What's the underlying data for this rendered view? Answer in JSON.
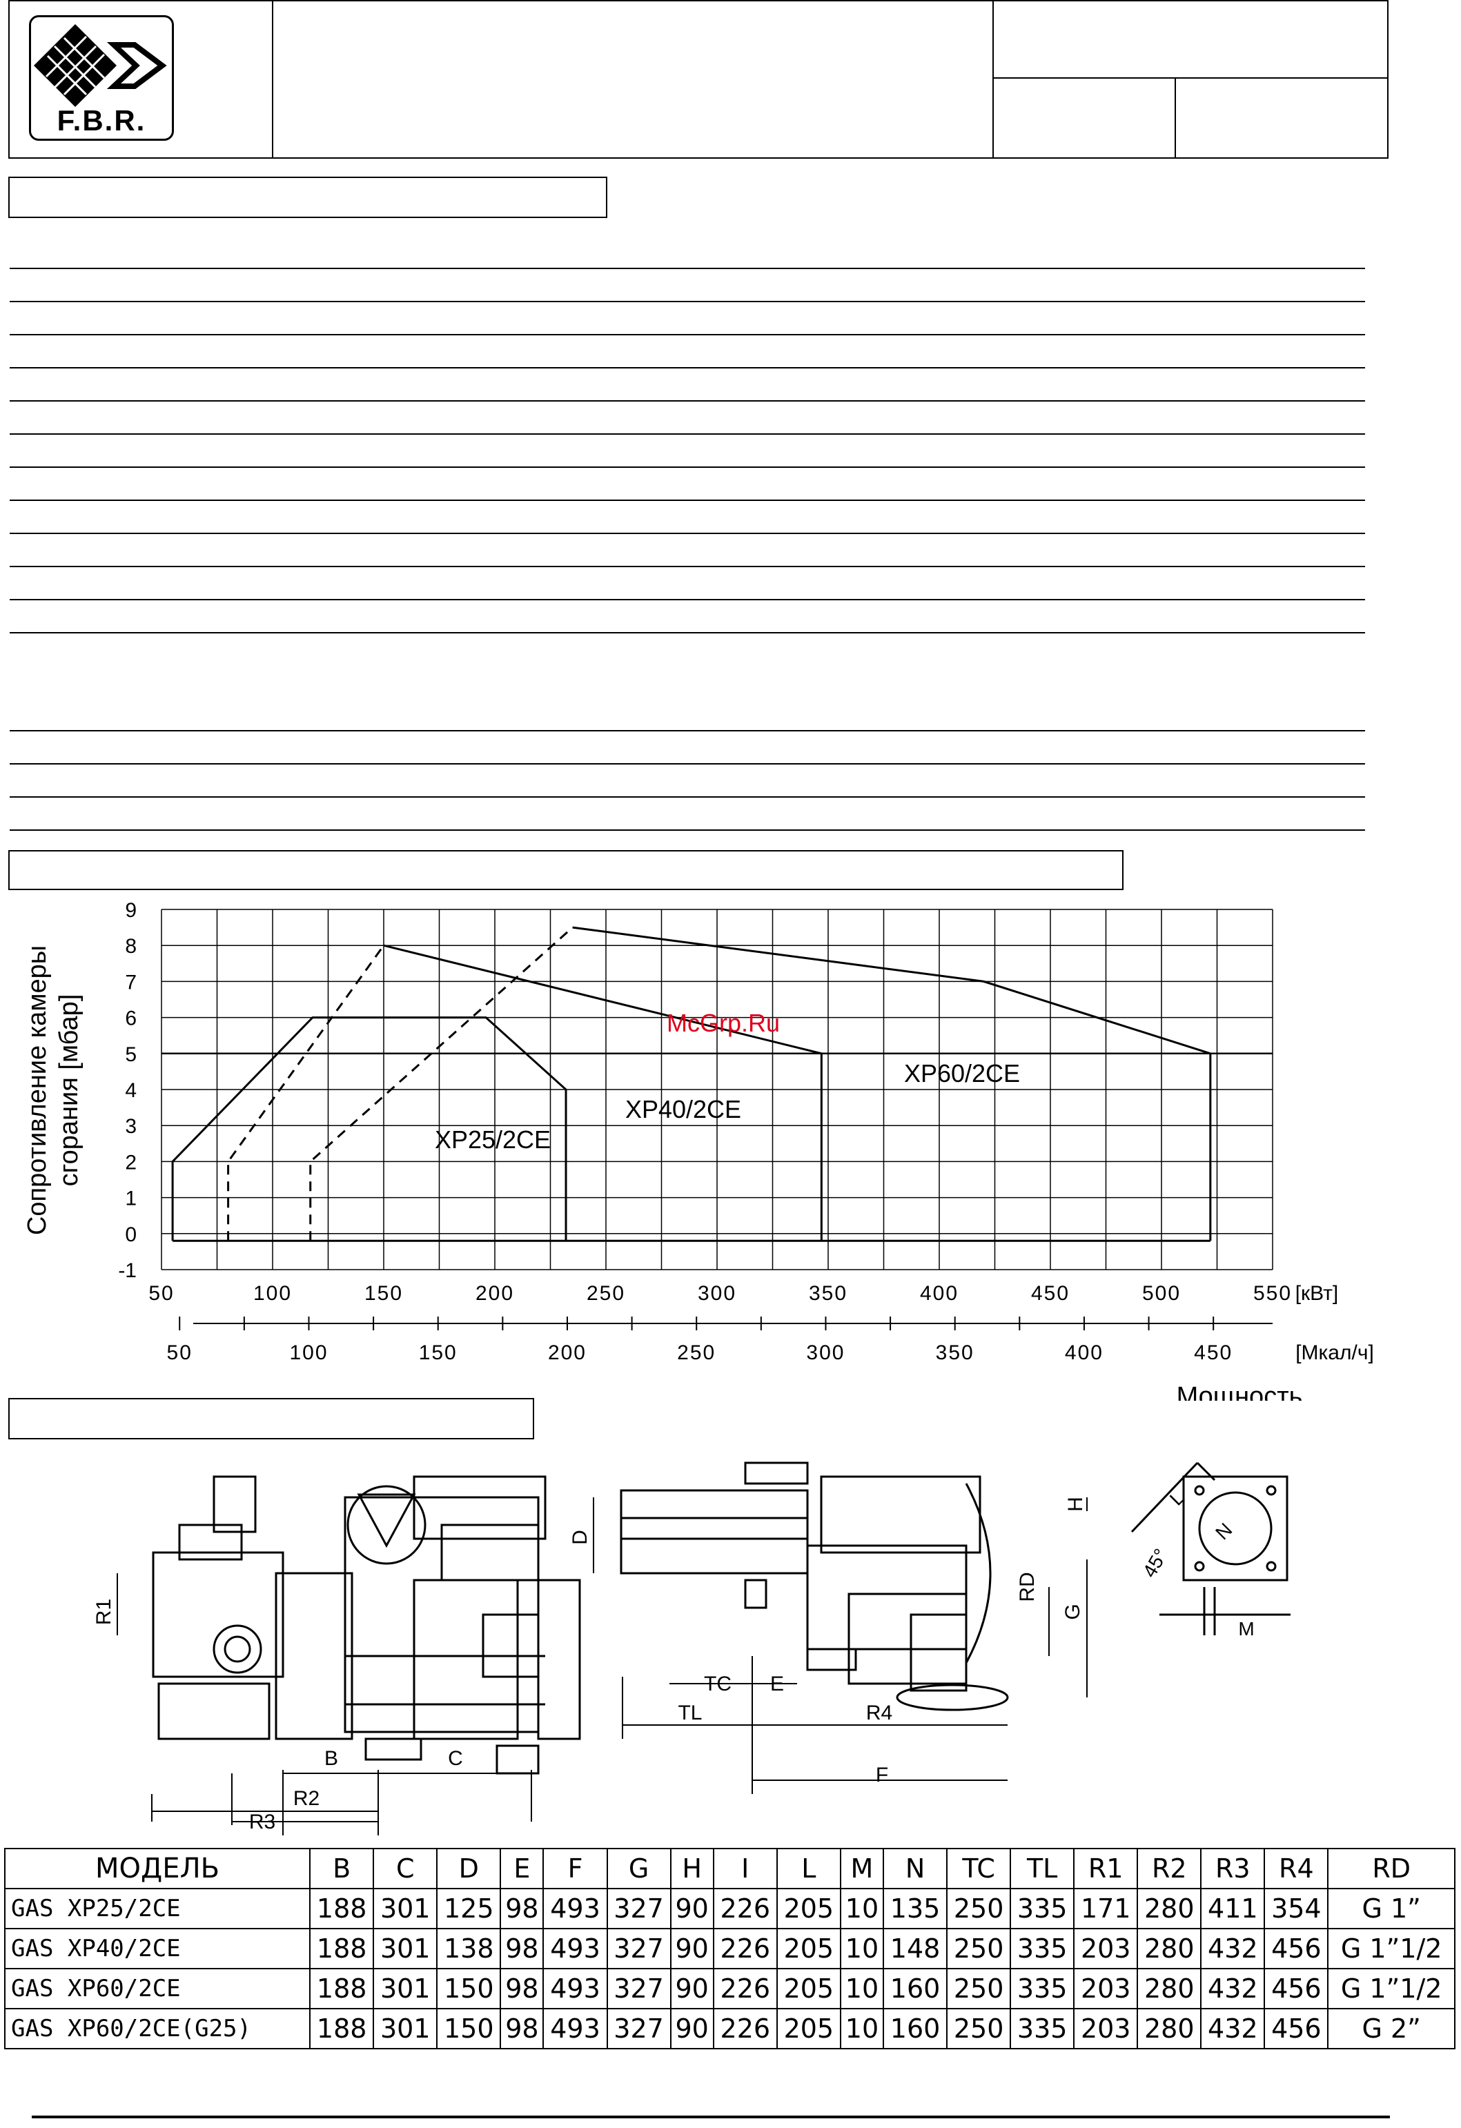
{
  "header": {
    "logo_text": "F.B.R."
  },
  "chart_data": {
    "type": "line",
    "xlabel_kw": "[кВт]",
    "xlabel_mcal": "[Мкал/ч]",
    "xlabel": "Мощность",
    "ylabel": "Сопротивление камеры сгорания [мбар]",
    "x_ticks_kw": [
      "50",
      "100",
      "150",
      "200",
      "250",
      "300",
      "350",
      "400",
      "450",
      "500",
      "550"
    ],
    "x_ticks_mcal": [
      "50",
      "100",
      "150",
      "200",
      "250",
      "300",
      "350",
      "400",
      "450"
    ],
    "y_ticks": [
      "9",
      "8",
      "7",
      "6",
      "5",
      "4",
      "3",
      "2",
      "1",
      "0",
      "-1"
    ],
    "xlim_kw": [
      50,
      550
    ],
    "ylim": [
      -1,
      9
    ],
    "grid": true,
    "series": [
      {
        "name": "XP25/2CE",
        "x": [
          55,
          55,
          118,
          196,
          232,
          232
        ],
        "y": [
          -0.2,
          2,
          6,
          6,
          4,
          -0.2
        ]
      },
      {
        "name": "XP40/2CE",
        "x": [
          80,
          80,
          150,
          347,
          347
        ],
        "y": [
          -0.2,
          2,
          8,
          5,
          -0.2
        ]
      },
      {
        "name": "XP60/2CE",
        "x": [
          117,
          117,
          235,
          420,
          522,
          522
        ],
        "y": [
          -0.2,
          2,
          8.5,
          7,
          5,
          -0.2
        ]
      }
    ]
  },
  "watermark": "McGrp.Ru",
  "diagram_labels": {
    "side": [
      "R1",
      "B",
      "C",
      "R2",
      "R3"
    ],
    "top": [
      "D",
      "H",
      "RD",
      "G",
      "TC",
      "E",
      "TL",
      "R4",
      "F"
    ],
    "flange": [
      "L",
      "N",
      "45°",
      "M"
    ]
  },
  "table": {
    "headers": [
      "МОДЕЛЬ",
      "B",
      "C",
      "D",
      "E",
      "F",
      "G",
      "H",
      "I",
      "L",
      "M",
      "N",
      "TC",
      "TL",
      "R1",
      "R2",
      "R3",
      "R4",
      "RD"
    ],
    "rows": [
      [
        "GAS XP25/2CE",
        "188",
        "301",
        "125",
        "98",
        "493",
        "327",
        "90",
        "226",
        "205",
        "10",
        "135",
        "250",
        "335",
        "171",
        "280",
        "411",
        "354",
        "G 1”"
      ],
      [
        "GAS XP40/2CE",
        "188",
        "301",
        "138",
        "98",
        "493",
        "327",
        "90",
        "226",
        "205",
        "10",
        "148",
        "250",
        "335",
        "203",
        "280",
        "432",
        "456",
        "G 1”1/2"
      ],
      [
        "GAS XP60/2CE",
        "188",
        "301",
        "150",
        "98",
        "493",
        "327",
        "90",
        "226",
        "205",
        "10",
        "160",
        "250",
        "335",
        "203",
        "280",
        "432",
        "456",
        "G 1”1/2"
      ],
      [
        "GAS XP60/2CE(G25)",
        "188",
        "301",
        "150",
        "98",
        "493",
        "327",
        "90",
        "226",
        "205",
        "10",
        "160",
        "250",
        "335",
        "203",
        "280",
        "432",
        "456",
        "G 2”"
      ]
    ]
  }
}
